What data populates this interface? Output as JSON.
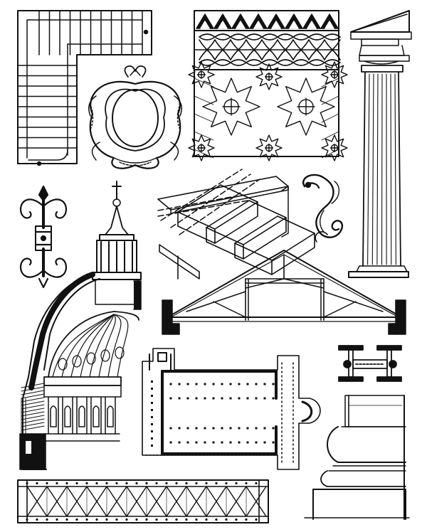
{
  "plate": {
    "ink": "#111111",
    "paper": "#ffffff",
    "figures": [
      {
        "id": "staircase-plan",
        "icon": "l-shaped-stair-plan"
      },
      {
        "id": "baroque-cartouche",
        "icon": "cartouche-frame"
      },
      {
        "id": "moorish-ornament",
        "icon": "star-interlace-tile"
      },
      {
        "id": "doric-column",
        "icon": "fluted-column"
      },
      {
        "id": "iron-hinge",
        "icon": "scroll-hinge"
      },
      {
        "id": "floor-joists",
        "icon": "timber-joists"
      },
      {
        "id": "s-scroll-bracket",
        "icon": "s-scroll"
      },
      {
        "id": "dome-section",
        "icon": "ribbed-dome-lantern"
      },
      {
        "id": "roof-truss",
        "icon": "king-post-truss"
      },
      {
        "id": "basilica-plan",
        "icon": "church-floor-plan"
      },
      {
        "id": "steel-beam",
        "icon": "i-beam-assembly"
      },
      {
        "id": "column-base",
        "icon": "moulded-plinth"
      },
      {
        "id": "lattice-girder",
        "icon": "riveted-lattice-girder"
      }
    ]
  }
}
